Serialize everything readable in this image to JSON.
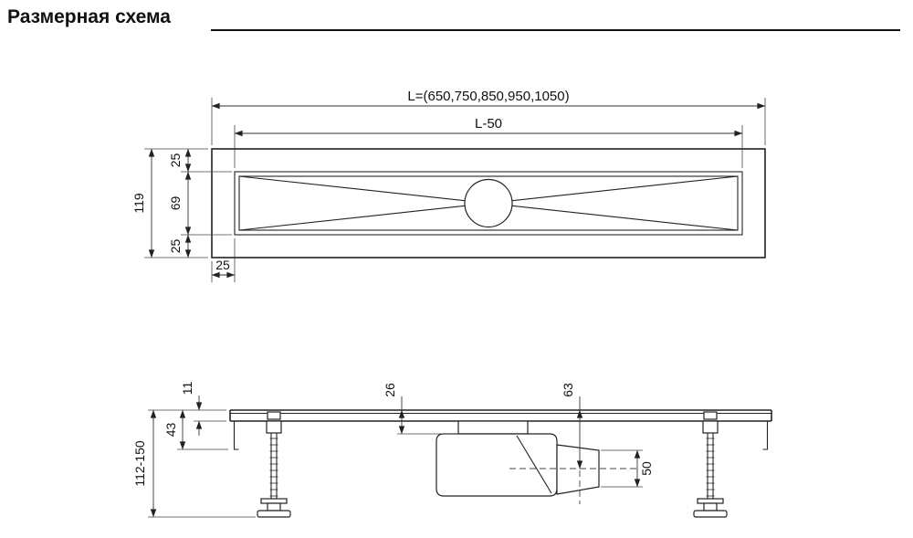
{
  "title": "Размерная схема",
  "top_view": {
    "length_total": "L=(650,750,850,950,1050)",
    "length_inner": "L-50",
    "height_total": "119",
    "offset_top": "25",
    "channel_width": "69",
    "offset_bottom": "25",
    "offset_left": "25"
  },
  "side_view": {
    "flange_height": "11",
    "body_height": "43",
    "leg_height_range": "112-150",
    "channel_depth": "26",
    "trap_depth": "63",
    "outlet_diameter": "50"
  },
  "colors": {
    "line": "#222222",
    "text": "#111111",
    "background": "#ffffff"
  }
}
